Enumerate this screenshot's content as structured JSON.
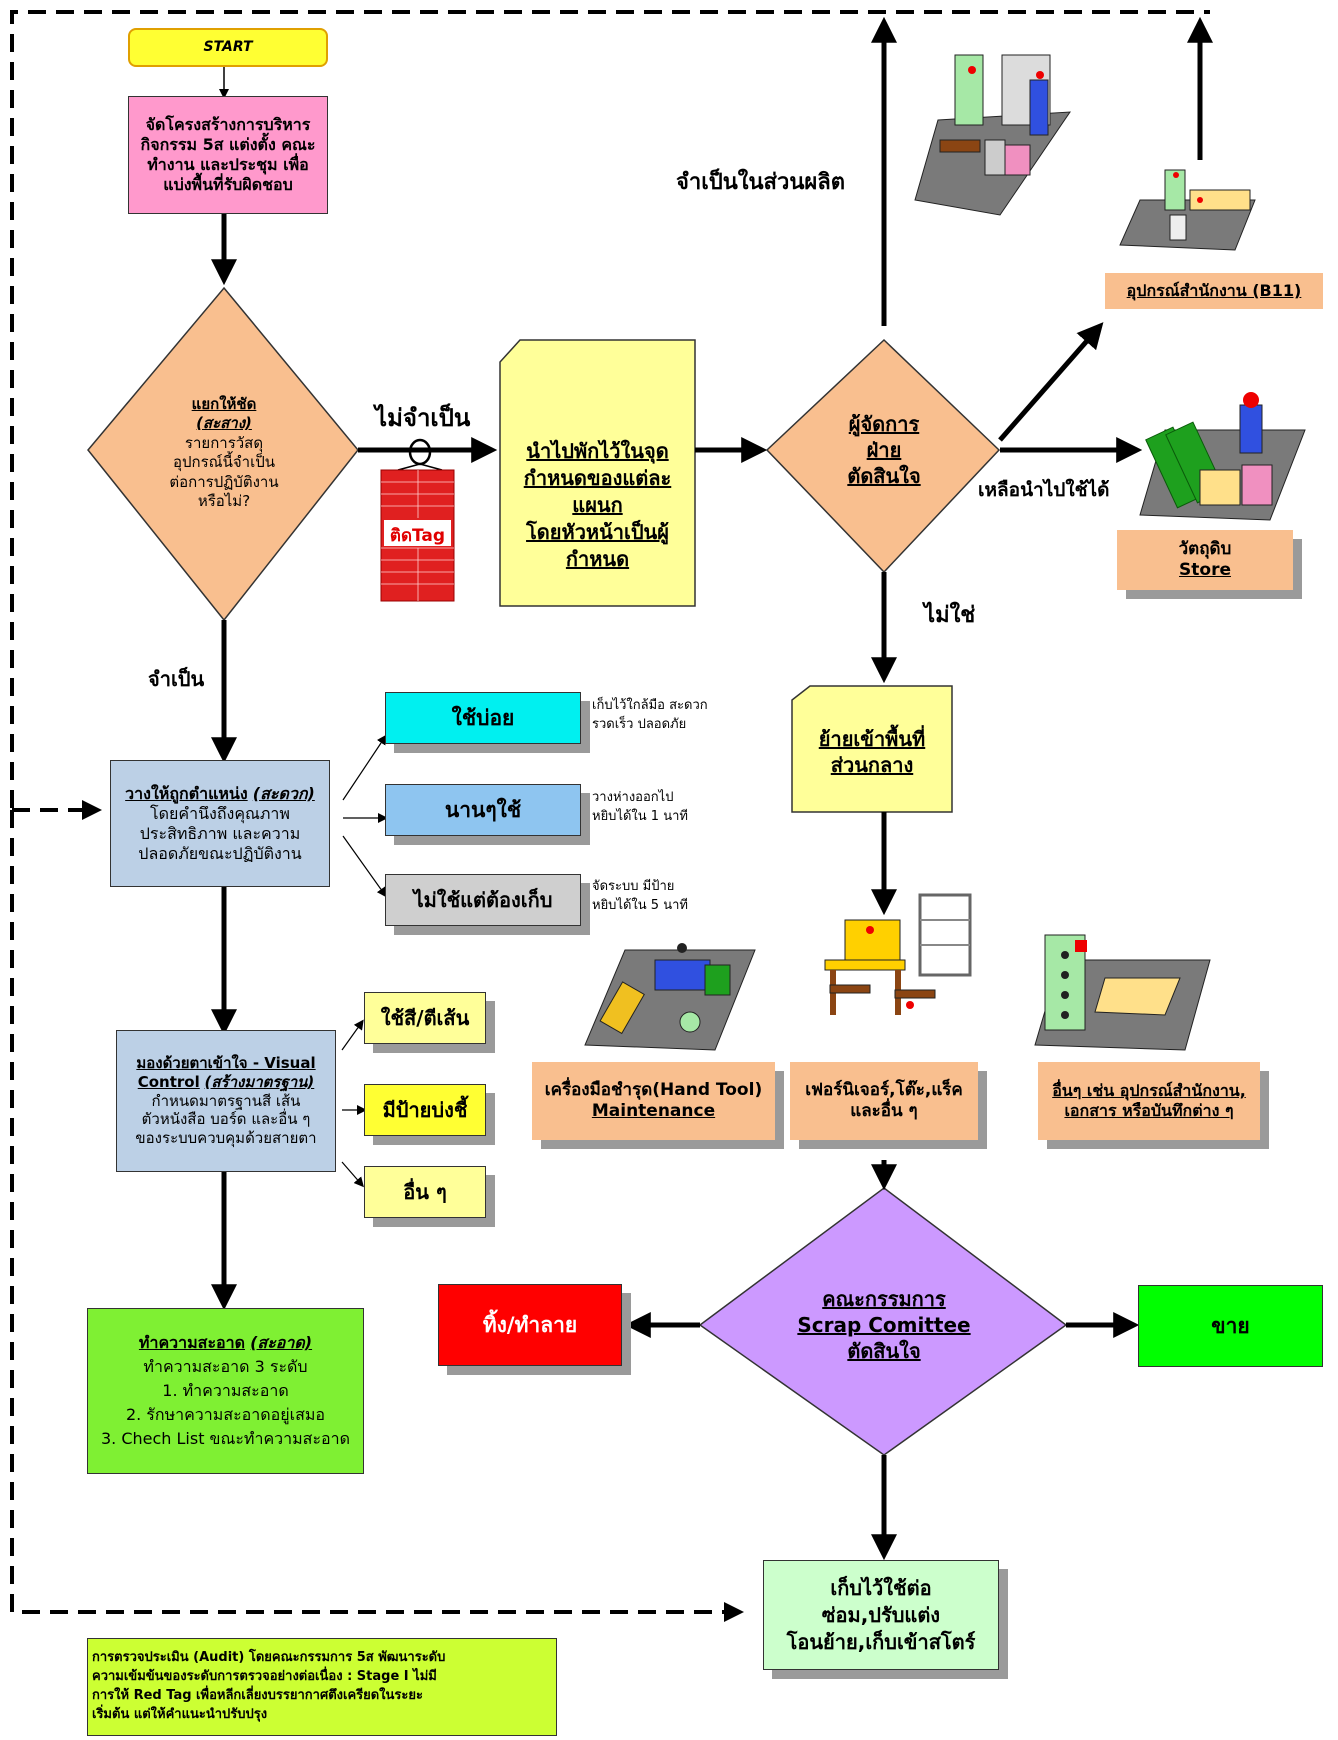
{
  "start": "START",
  "step1": "จัดโครงสร้างการบริหาร กิจกรรม 5ส แต่งตั้ง คณะทำงาน และประชุม เพื่อแบ่งพื้นที่รับผิดชอบ",
  "sort": {
    "title": "แยกให้ชัด",
    "subtitle": "(สะสาง)",
    "body1": "รายการวัสดุ",
    "body2": "อุปกรณ์นี้จำเป็น",
    "body3": "ต่อการปฏิบัติงาน",
    "body4": "หรือไม่?"
  },
  "label_not_needed": "ไม่จำเป็น",
  "tag_label": "ติดTag",
  "hold_area": {
    "line1": "นำไปพักไว้ในจุด",
    "line2": "กำหนดของแต่ละ",
    "line3": "แผนก",
    "line4": "โดยหัวหน้าเป็นผู้",
    "line5": "กำหนด"
  },
  "manager": {
    "line1": "ผู้จัดการ",
    "line2": "ฝ่าย",
    "line3": "ตัดสินใจ"
  },
  "label_needed_production": "จำเป็นในส่วนผลิต",
  "office_equipment": "อุปกรณ์สำนักงาน (B11)",
  "label_reusable": "เหลือนำไปใช้ได้",
  "raw_material": {
    "line1": "วัตถุดิบ",
    "line2": "Store"
  },
  "label_no": "ไม่ใช่",
  "label_needed": "จำเป็น",
  "central_area": {
    "line1": "ย้ายเข้าพื้นที่",
    "line2": "ส่วนกลาง"
  },
  "set_in_order": {
    "title": "วางให้ถูกตำแหน่ง",
    "subtitle": "(สะดวก)",
    "body1": "โดยคำนึงถึงคุณภาพ",
    "body2": "ประสิทธิภาพ และความ",
    "body3": "ปลอดภัยขณะปฏิบัติงาน"
  },
  "freq": [
    {
      "label": "ใช้บ่อย",
      "note1": "เก็บไว้ใกล้มือ สะดวก",
      "note2": "รวดเร็ว ปลอดภัย",
      "color": "#00f0f0"
    },
    {
      "label": "นานๆใช้",
      "note1": "วางห่างออกไป",
      "note2": "หยิบได้ใน 1 นาที",
      "color": "#8ec5f0"
    },
    {
      "label": "ไม่ใช้แต่ต้องเก็บ",
      "note1": "จัดระบบ มีป้าย",
      "note2": "หยิบได้ใน 5 นาที",
      "color": "#cfcfcf"
    }
  ],
  "cat_tools": {
    "line1": "เครื่องมือชำรุด(Hand Tool)",
    "line2": "Maintenance"
  },
  "cat_furniture": {
    "line1": "เฟอร์นิเจอร์,โต๊ะ,แร็ค",
    "line2": "และอื่น ๆ"
  },
  "cat_other": {
    "line1": "อื่นๆ เช่น อุปกรณ์สำนักงาน,",
    "line2": "เอกสาร หรือบันทึกต่าง ๆ"
  },
  "visual": {
    "title": "มองด้วยตาเข้าใจ - Visual",
    "title2": "Control",
    "subtitle": "(สร้างมาตรฐาน)",
    "body1": "กำหนดมาตรฐานสี เส้น",
    "body2": "ตัวหนังสือ บอร์ด และอื่น ๆ",
    "body3": "ของระบบควบคุมด้วยสายตา"
  },
  "vis_items": [
    "ใช้สี/ตีเส้น",
    "มีป้ายบ่งชี้",
    "อื่น ๆ"
  ],
  "committee": {
    "line1": "คณะกรรมการ",
    "line2": "Scrap Comittee",
    "line3": "ตัดสินใจ"
  },
  "discard": "ทิ้ง/ทำลาย",
  "sell": "ขาย",
  "clean": {
    "title": "ทำความสะอาด",
    "subtitle": "(สะอาด)",
    "body1": "ทำความสะอาด 3 ระดับ",
    "body2": "1. ทำความสะอาด",
    "body3": "2. รักษาความสะอาดอยู่เสมอ",
    "body4": "3. Chech List ขณะทำความสะอาด"
  },
  "keep": {
    "line1": "เก็บไว้ใช้ต่อ",
    "line2": "ซ่อม,ปรับแต่ง",
    "line3": "โอนย้าย,เก็บเข้าสโตร์"
  },
  "audit": {
    "line1": "การตรวจประเมิน (Audit) โดยคณะกรรมการ 5ส พัฒนาระดับ",
    "line2": "ความเข้มข้นของระดับการตรวจอย่างต่อเนื่อง : Stage I ไม่มี",
    "line3": "การให้ Red Tag เพื่อหลีกเลี่ยงบรรยากาศตึงเครียดในระยะ",
    "line4": "เริ่มต้น แต่ให้คำแนะนำปรับปรุง"
  },
  "colors": {
    "start": "#ffff33",
    "pink": "#ff99cc",
    "peach": "#f9bf8f",
    "lightyellow": "#ffff99",
    "blue": "#bcd0e6",
    "green": "#7ff033",
    "purple": "#cc99ff",
    "red": "#ff0000",
    "brightgreen": "#00ff00",
    "mint": "#ccffcc",
    "audit": "#ccff33",
    "tag": "#e02020"
  }
}
